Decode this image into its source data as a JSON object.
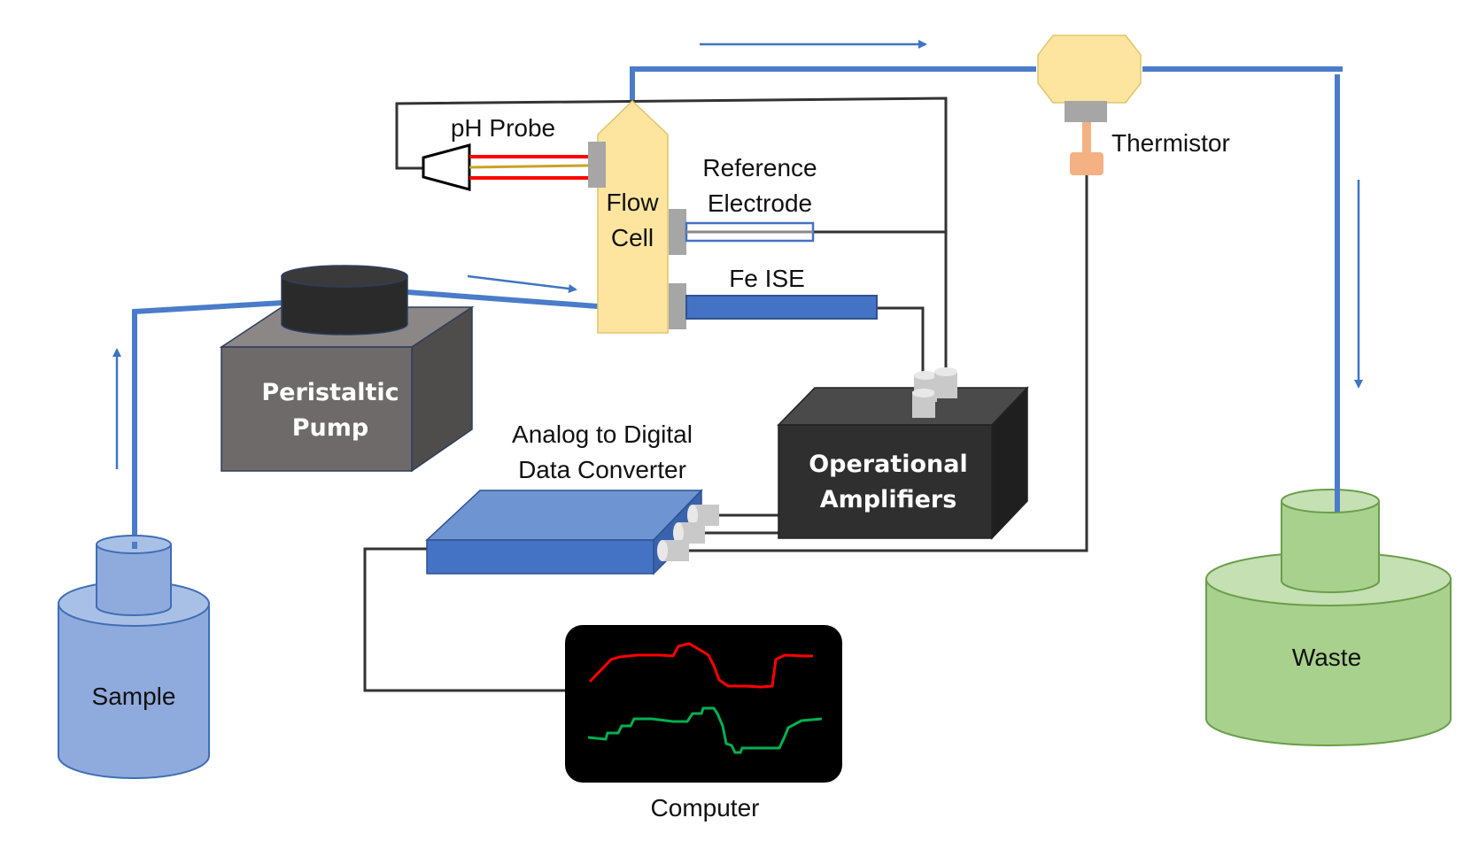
{
  "labels": {
    "ph_probe": "pH Probe",
    "flow_cell_line1": "Flow",
    "flow_cell_line2": "Cell",
    "reference_line1": "Reference",
    "reference_line2": "Electrode",
    "fe_ise": "Fe ISE",
    "thermistor": "Thermistor",
    "pump_line1": "Peristaltic",
    "pump_line2": "Pump",
    "adc_line1": "Analog to Digital",
    "adc_line2": "Data Converter",
    "opamp_line1": "Operational",
    "opamp_line2": "Amplifiers",
    "sample": "Sample",
    "waste": "Waste",
    "computer": "Computer"
  },
  "colors": {
    "tube": "#4a7cc9",
    "wire": "#333333",
    "flow_cell": "#fde5a0",
    "sample": "#8fabdd",
    "waste": "#a9d18e",
    "pump_box": "#6e6a6a",
    "opamp_box": "#2f2f2f",
    "adc": "#4472c4",
    "trace_red": "#ff0000",
    "trace_green": "#00b050"
  },
  "icons": {
    "pump_head": "cylinder",
    "ph_probe": "probe-connector",
    "sample": "container",
    "waste": "container",
    "computer": "monitor",
    "thermistor": "octagon-sensor"
  }
}
